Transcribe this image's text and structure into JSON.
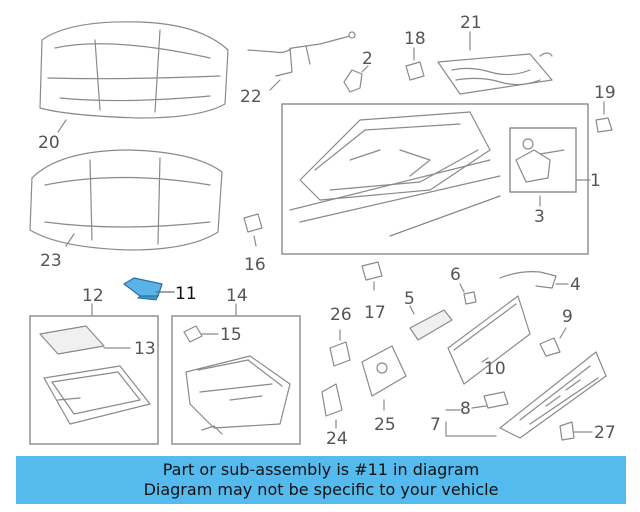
{
  "callouts": {
    "n1": "1",
    "n2": "2",
    "n3": "3",
    "n4": "4",
    "n5": "5",
    "n6": "6",
    "n7": "7",
    "n8": "8",
    "n9": "9",
    "n10": "10",
    "n11": "11",
    "n12": "12",
    "n13": "13",
    "n14": "14",
    "n15": "15",
    "n16": "16",
    "n17": "17",
    "n18": "18",
    "n19": "19",
    "n20": "20",
    "n21": "21",
    "n22": "22",
    "n23": "23",
    "n24": "24",
    "n25": "25",
    "n26": "26",
    "n27": "27"
  },
  "highlight": {
    "part": "11",
    "color": "#5ab3e6"
  },
  "banner": {
    "line1": "Part or sub-assembly is #11 in diagram",
    "line2": "Diagram may not be specific to your vehicle",
    "color": "#55bbee"
  }
}
